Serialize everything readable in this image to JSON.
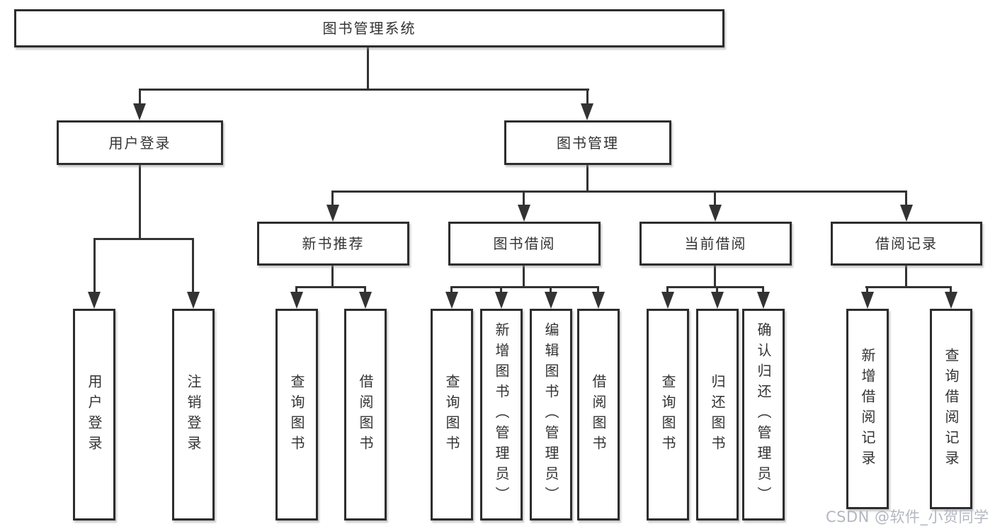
{
  "diagram": {
    "root": {
      "label": "图书管理系统"
    },
    "branches": [
      {
        "label": "用户登录",
        "children": [
          {
            "label": "用户登录"
          },
          {
            "label": "注销登录"
          }
        ]
      },
      {
        "label": "图书管理",
        "children": [
          {
            "label": "新书推荐",
            "children": [
              {
                "label": "查询图书"
              },
              {
                "label": "借阅图书"
              }
            ]
          },
          {
            "label": "图书借阅",
            "children": [
              {
                "label": "查询图书"
              },
              {
                "label": "新增图书（管理员）"
              },
              {
                "label": "编辑图书（管理员）"
              },
              {
                "label": "借阅图书"
              }
            ]
          },
          {
            "label": "当前借阅",
            "children": [
              {
                "label": "查询图书"
              },
              {
                "label": "归还图书"
              },
              {
                "label": "确认归还（管理员）"
              }
            ]
          },
          {
            "label": "借阅记录",
            "children": [
              {
                "label": "新增借阅记录"
              },
              {
                "label": "查询借阅记录"
              }
            ]
          }
        ]
      }
    ]
  },
  "watermark": {
    "text": "CSDN @软件_小贺同学"
  },
  "colors": {
    "line": "#333333",
    "box_border": "#2d2d2d",
    "box_bg": "#ffffff",
    "text": "#333333",
    "watermark": "#b3b7c0",
    "background": "#ffffff"
  }
}
